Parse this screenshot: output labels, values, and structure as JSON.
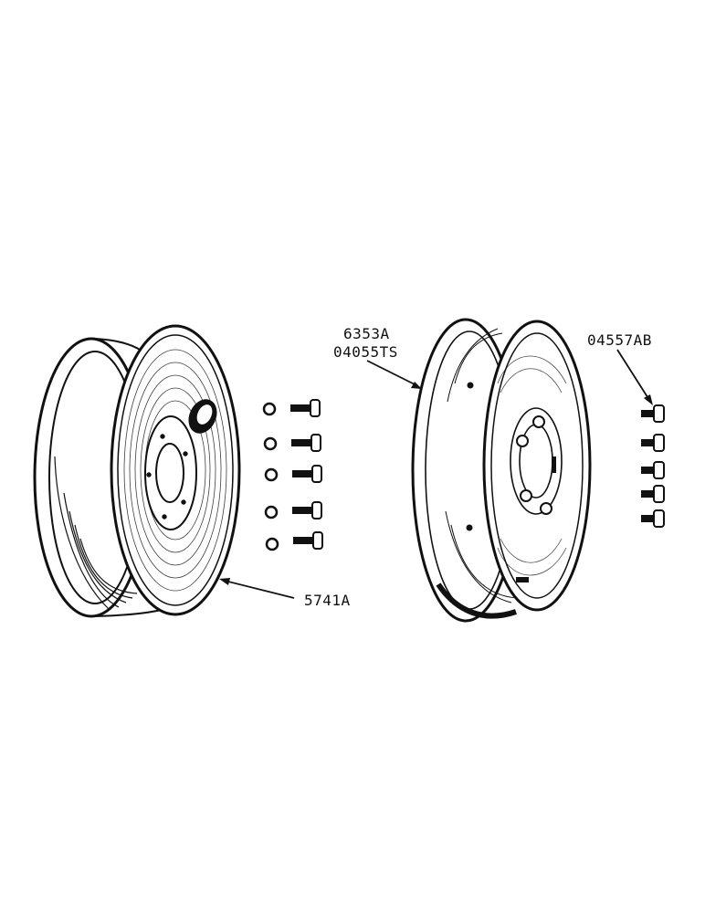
{
  "diagram": {
    "callouts": {
      "rear_wheel_part": "6353A",
      "rear_wheel_sub_part": "04055TS",
      "bolt_part": "04557AB",
      "front_wheel_part": "5741A"
    },
    "counts": {
      "front_bolts": 5,
      "front_washers": 5,
      "rear_bolts": 5
    },
    "colors": {
      "ink": "#111111",
      "paper": "#ffffff"
    }
  }
}
